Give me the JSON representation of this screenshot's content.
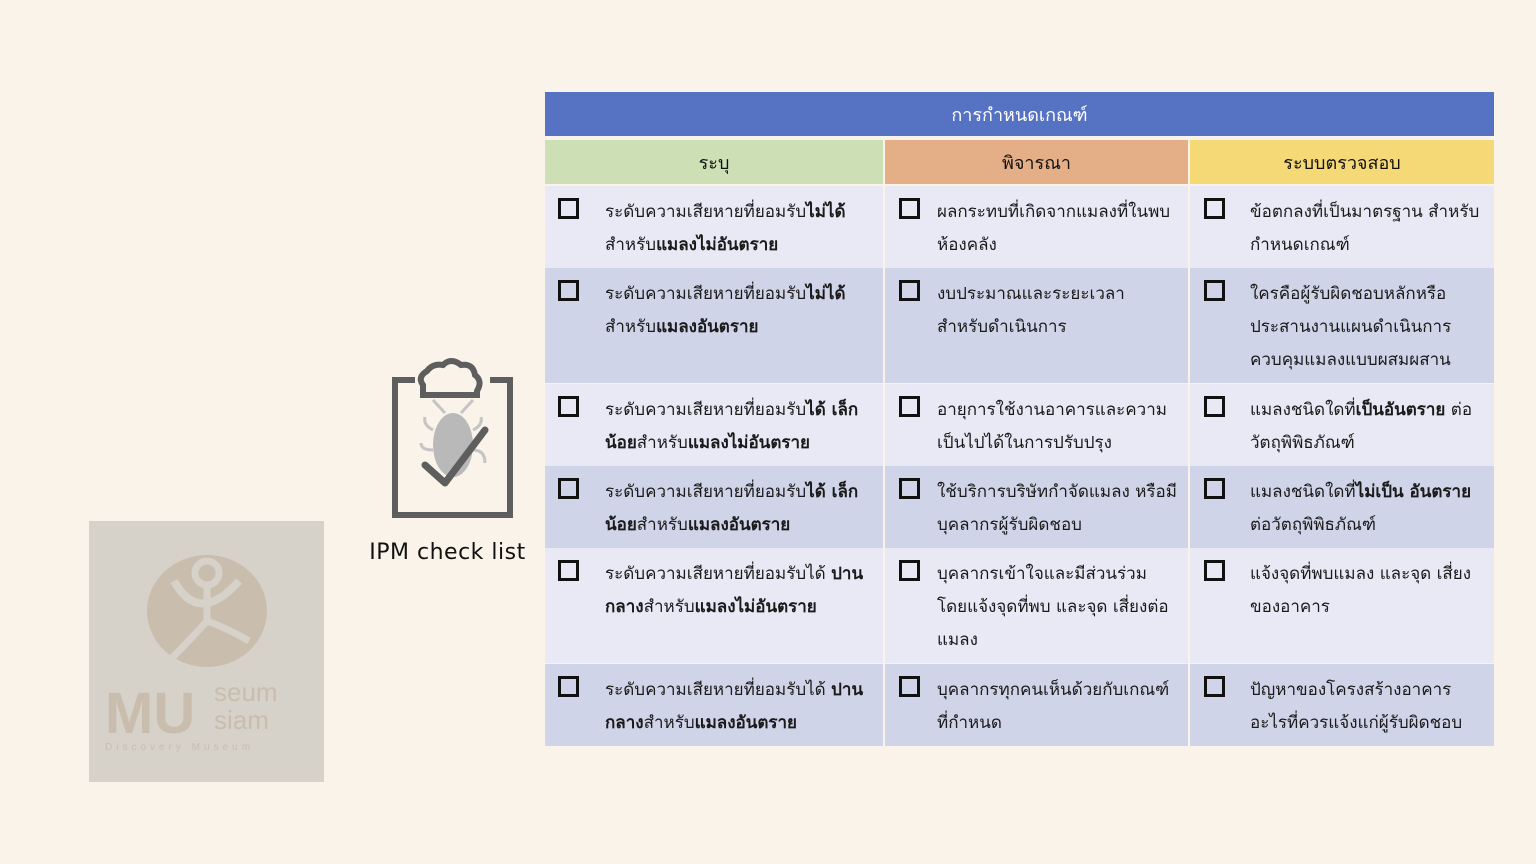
{
  "logo": {
    "name": "Museum Siam",
    "line1": "MU",
    "line2a": "seum",
    "line2b": "siam",
    "tagline": "Discovery Museum",
    "bg_color": "#d6d1c9"
  },
  "icon": {
    "semantic": "clipboard-bug-check-icon",
    "caption": "IPM check list"
  },
  "table": {
    "title": "การกำหนดเกณฑ์",
    "title_color": "#5672c2",
    "columns": [
      {
        "label": "ระบุ",
        "color": "#cde0b5"
      },
      {
        "label": "พิจารณา",
        "color": "#e4ae86"
      },
      {
        "label": "ระบบตรวจสอบ",
        "color": "#f5d977"
      }
    ],
    "rows": [
      {
        "height": 80,
        "cells": [
          {
            "parts": [
              {
                "t": "ระดับความเสียหายที่ยอมรับ",
                "b": false
              },
              {
                "t": "ไม่ได้",
                "b": true
              },
              {
                "t": " สำหรับ",
                "b": false
              },
              {
                "t": "แมลงไม่อันตราย",
                "b": true
              }
            ]
          },
          {
            "parts": [
              {
                "t": "ผลกระทบที่เกิดจากแมลงที่ในพบห้องคลัง",
                "b": false
              }
            ]
          },
          {
            "parts": [
              {
                "t": "ข้อตกลงที่เป็นมาตรฐาน สำหรับกำหนดเกณฑ์",
                "b": false
              }
            ]
          }
        ]
      },
      {
        "height": 114,
        "cells": [
          {
            "parts": [
              {
                "t": "ระดับความเสียหายที่ยอมรับ",
                "b": false
              },
              {
                "t": "ไม่ได้",
                "b": true
              },
              {
                "t": " สำหรับ",
                "b": false
              },
              {
                "t": "แมลงอันตราย",
                "b": true
              }
            ]
          },
          {
            "parts": [
              {
                "t": "งบประมาณและระยะเวลา สำหรับดำเนินการ",
                "b": false
              }
            ]
          },
          {
            "parts": [
              {
                "t": "ใครคือผู้รับผิดชอบหลักหรือประสานงานแผนดำเนินการควบคุมแมลงแบบผสมผสาน",
                "b": false
              }
            ]
          }
        ]
      },
      {
        "height": 80,
        "cells": [
          {
            "parts": [
              {
                "t": "ระดับความเสียหายที่ยอมรับ",
                "b": false
              },
              {
                "t": "ได้ เล็กน้อย",
                "b": true
              },
              {
                "t": "สำหรับ",
                "b": false
              },
              {
                "t": "แมลงไม่อันตราย",
                "b": true
              }
            ]
          },
          {
            "parts": [
              {
                "t": "อายุการใช้งานอาคารและความเป็นไปได้ในการปรับปรุง",
                "b": false
              }
            ]
          },
          {
            "parts": [
              {
                "t": "แมลงชนิดใดที่",
                "b": false
              },
              {
                "t": "เป็นอันตราย",
                "b": true
              },
              {
                "t": " ต่อวัตถุพิพิธภัณฑ์",
                "b": false
              }
            ]
          }
        ]
      },
      {
        "height": 80,
        "cells": [
          {
            "parts": [
              {
                "t": "ระดับความเสียหายที่ยอมรับ",
                "b": false
              },
              {
                "t": "ได้ เล็กน้อย",
                "b": true
              },
              {
                "t": "สำหรับ",
                "b": false
              },
              {
                "t": "แมลงอันตราย",
                "b": true
              }
            ]
          },
          {
            "parts": [
              {
                "t": "ใช้บริการบริษัทกำจัดแมลง หรือมีบุคลากรผู้รับผิดชอบ",
                "b": false
              }
            ]
          },
          {
            "parts": [
              {
                "t": "แมลงชนิดใดที่",
                "b": false
              },
              {
                "t": "ไม่เป็น อันตราย",
                "b": true
              },
              {
                "t": "ต่อวัตถุพิพิธภัณฑ์",
                "b": false
              }
            ]
          }
        ]
      },
      {
        "height": 114,
        "cells": [
          {
            "parts": [
              {
                "t": "ระดับความเสียหายที่ยอมรับได้ ",
                "b": false
              },
              {
                "t": "ปานกลาง",
                "b": true
              },
              {
                "t": "สำหรับ",
                "b": false
              },
              {
                "t": "แมลงไม่อันตราย",
                "b": true
              }
            ]
          },
          {
            "parts": [
              {
                "t": "บุคลากรเข้าใจและมีส่วนร่วม โดยแจ้งจุดที่พบ และจุด เสี่ยงต่อแมลง",
                "b": false
              }
            ]
          },
          {
            "parts": [
              {
                "t": "แจ้งจุดที่พบแมลง และจุด เสี่ยงของอาคาร",
                "b": false
              }
            ]
          }
        ]
      },
      {
        "height": 81,
        "cells": [
          {
            "parts": [
              {
                "t": "ระดับความเสียหายที่ยอมรับได้ ",
                "b": false
              },
              {
                "t": "ปานกลาง",
                "b": true
              },
              {
                "t": "สำหรับ",
                "b": false
              },
              {
                "t": "แมลงอันตราย",
                "b": true
              }
            ]
          },
          {
            "parts": [
              {
                "t": "บุคลากรทุกคนเห็นด้วยกับเกณฑ์ที่กำหนด",
                "b": false
              }
            ]
          },
          {
            "parts": [
              {
                "t": "ปัญหาของโครงสร้างอาคาร อะไรที่ควรแจ้งแก่ผู้รับผิดชอบ",
                "b": false
              }
            ]
          }
        ]
      }
    ]
  }
}
